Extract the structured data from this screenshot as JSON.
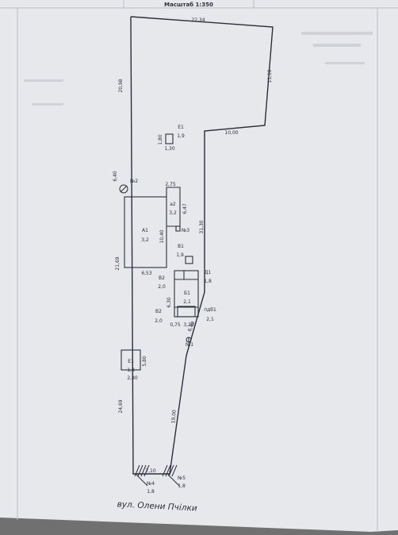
{
  "header": {
    "scale_label": "Масштаб 1:350"
  },
  "street_label": "вул. Олени Пчілки",
  "boundary_dimensions": {
    "top": "22,34",
    "right_upper": "11,10",
    "step": "10,00",
    "right_middle": "31,30",
    "diagonal": "6,40",
    "right_lower": "19,00",
    "bottom": "7,10",
    "left_1": "20,98",
    "left_2": "6,40",
    "left_3": "21,69",
    "left_4": "24,69"
  },
  "buildings": [
    {
      "id": "E1-top",
      "name": "Е1",
      "height": "1,9",
      "dim_a": "1,80",
      "dim_b": "1,30"
    },
    {
      "id": "A1",
      "name": "А1",
      "height": "3,2",
      "dim_a": "10,40",
      "dim_b": "6,53"
    },
    {
      "id": "a2",
      "name": "а2",
      "height": "3,2",
      "dim_a": "2,75",
      "dim_b": "6,47"
    },
    {
      "id": "V1",
      "name": "В1",
      "height": "1,9"
    },
    {
      "id": "B2-upper",
      "name": "В2",
      "height": "2,0"
    },
    {
      "id": "D1",
      "name": "Д1",
      "height": "1,8"
    },
    {
      "id": "B1",
      "name": "Б1",
      "height": "2,1",
      "dim_a": "6,30"
    },
    {
      "id": "B2-lower",
      "name": "В2",
      "height": "2,0"
    },
    {
      "id": "pdb1",
      "name": "пдб1",
      "height": "2,1",
      "dim_a": "0,75",
      "dim_b": "3,20"
    },
    {
      "id": "E1-bottom",
      "name": "Е1",
      "height": "1,8",
      "dim_a": "5,80",
      "dim_b": "2,80"
    }
  ],
  "markers": {
    "n2": "№2",
    "n3": "№3",
    "n1": "№1",
    "n4": "№4",
    "n4_value": "1,8",
    "n5": "№5",
    "n5_value": "1,8"
  },
  "colors": {
    "ink": "#2a2f3c",
    "paper": "#e7e9ec",
    "background": "#707070"
  }
}
